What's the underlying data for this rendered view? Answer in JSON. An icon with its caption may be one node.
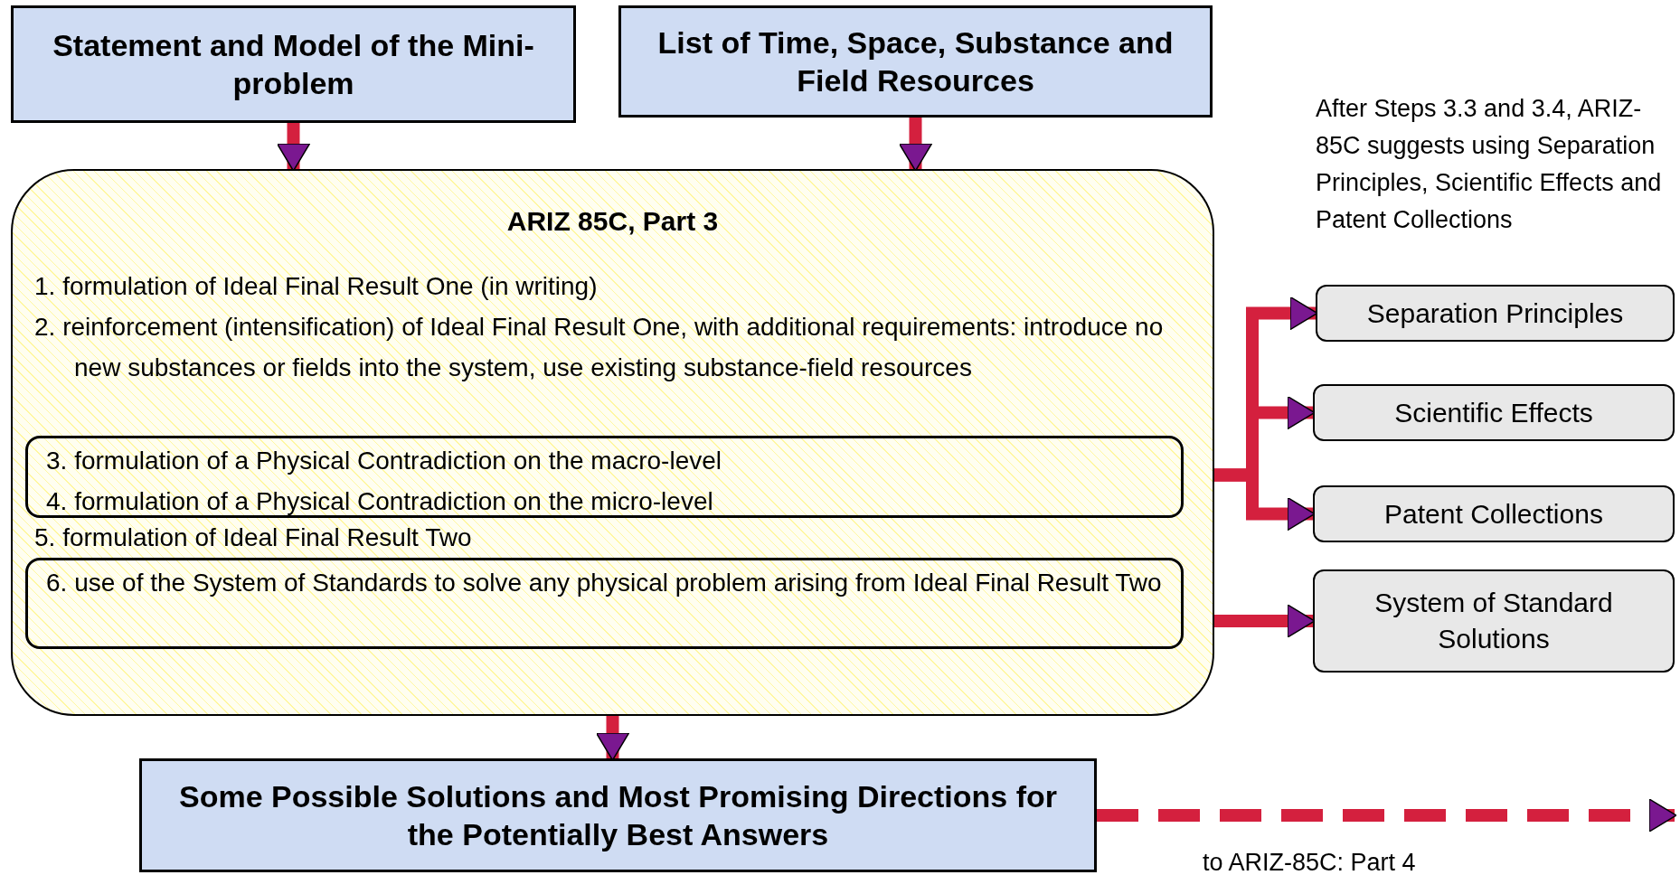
{
  "diagram": {
    "nodes": [
      {
        "text": [
          "Statement and Model of the Mini-problem"
        ]
      },
      {
        "text": [
          "List of Time, Space, Substance and Field Resources"
        ]
      },
      {
        "text": [
          "ARIZ 85C, Part 3",
          "1. formulation of Ideal Final Result One (in writing)",
          "2. reinforcement (intensification) of Ideal Final Result One,  with additional requirements: introduce no new substances or fields into the system, use existing substance-field resources",
          "5. formulation of Ideal Final Result Two"
        ]
      },
      {
        "text": [
          "3. formulation of a Physical Contradiction on the macro-level",
          "4. formulation of a Physical Contradiction on the micro-level"
        ],
        "in": 2
      },
      {
        "text": [
          "6. use of the System of Standards to solve any physical problem arising from Ideal Final Result Two"
        ],
        "in": 2
      },
      {
        "text": [
          "Separation Principles"
        ]
      },
      {
        "text": [
          "Scientific Effects"
        ]
      },
      {
        "text": [
          "Patent Collections"
        ]
      },
      {
        "text": [
          "System of Standard Solutions"
        ]
      },
      {
        "text": [
          "Some Possible Solutions and Most Promising Directions for the Potentially Best Answers"
        ]
      }
    ],
    "edges": [
      {
        "from": 0,
        "to": 2,
        "arrow": "to"
      },
      {
        "from": 1,
        "to": 2,
        "arrow": "to"
      },
      {
        "from": 3,
        "to": 5,
        "arrow": "to"
      },
      {
        "from": 3,
        "to": 6,
        "arrow": "to"
      },
      {
        "from": 3,
        "to": 7,
        "arrow": "to"
      },
      {
        "from": 4,
        "to": 8,
        "arrow": "to"
      },
      {
        "from": 2,
        "to": 9,
        "arrow": "to"
      },
      {
        "from": 9,
        "to": null,
        "arrow": "to",
        "style": "dashed",
        "label": "to ARIZ-85C: Part 4"
      }
    ],
    "labels": [
      "After Steps 3.3 and 3.4, ARIZ-85C suggests using Separation Principles, Scientific Effects and Patent Collections"
    ]
  }
}
